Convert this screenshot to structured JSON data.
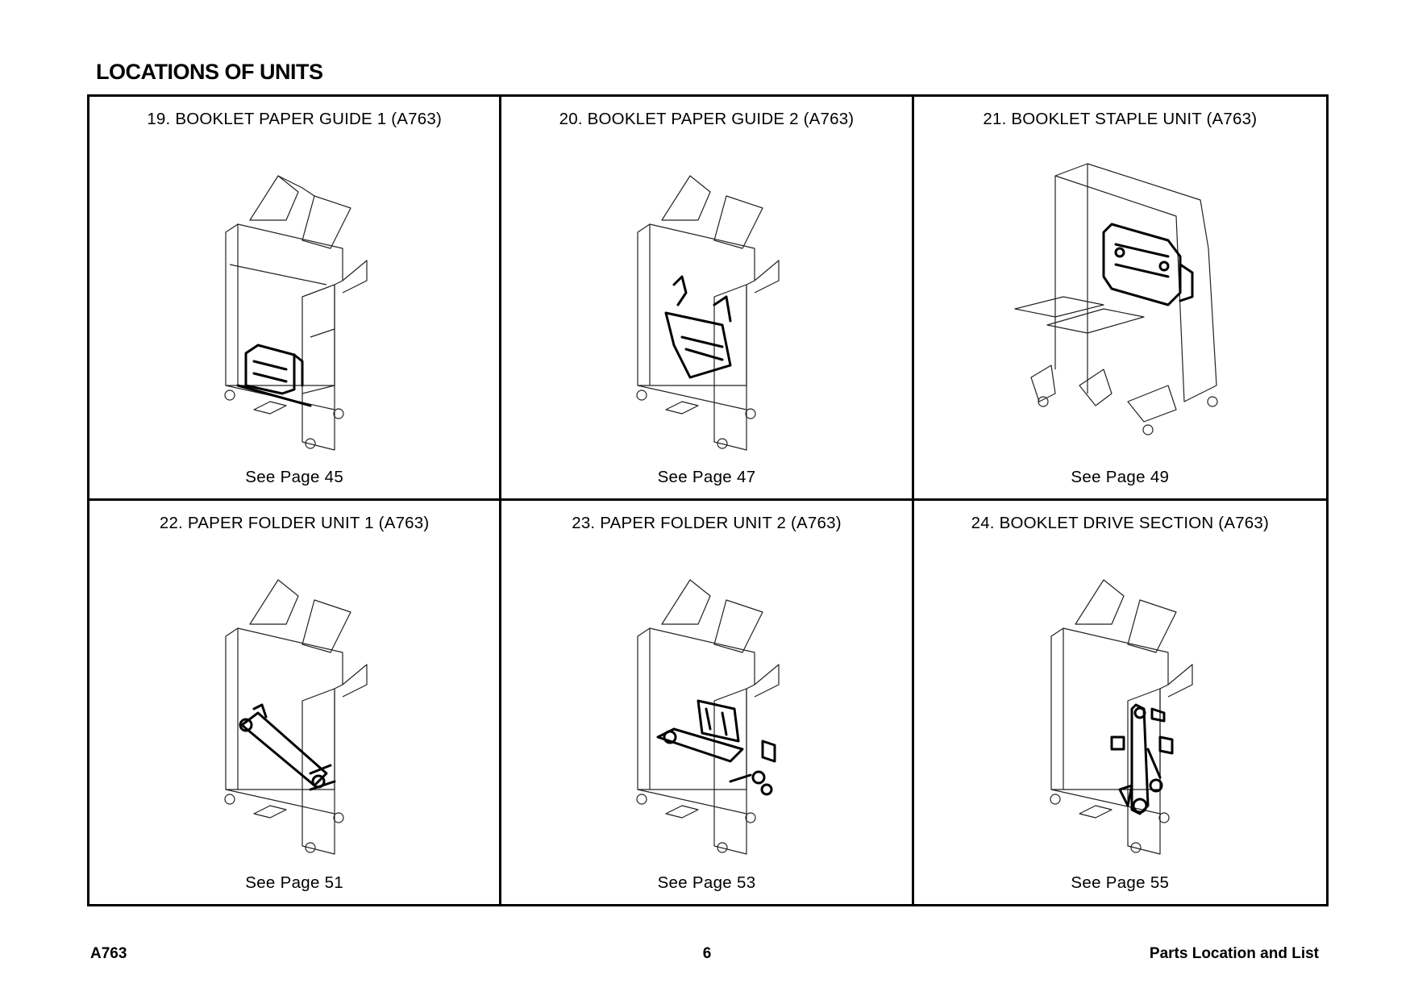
{
  "heading": "LOCATIONS OF UNITS",
  "units": [
    {
      "title": "19. BOOKLET PAPER GUIDE 1 (A763)",
      "ref": "See Page  45",
      "icon": "booklet-paper-guide-1-illustration"
    },
    {
      "title": "20. BOOKLET PAPER GUIDE 2 (A763)",
      "ref": "See Page  47",
      "icon": "booklet-paper-guide-2-illustration"
    },
    {
      "title": "21. BOOKLET STAPLE UNIT (A763)",
      "ref": "See Page  49",
      "icon": "booklet-staple-unit-illustration"
    },
    {
      "title": "22. PAPER FOLDER UNIT 1 (A763)",
      "ref": "See Page  51",
      "icon": "paper-folder-unit-1-illustration"
    },
    {
      "title": "23. PAPER FOLDER UNIT 2 (A763)",
      "ref": "See Page  53",
      "icon": "paper-folder-unit-2-illustration"
    },
    {
      "title": "24. BOOKLET DRIVE SECTION (A763)",
      "ref": "See Page  55",
      "icon": "booklet-drive-section-illustration"
    }
  ],
  "footer": {
    "left": "A763",
    "center": "6",
    "right": "Parts Location and List"
  }
}
